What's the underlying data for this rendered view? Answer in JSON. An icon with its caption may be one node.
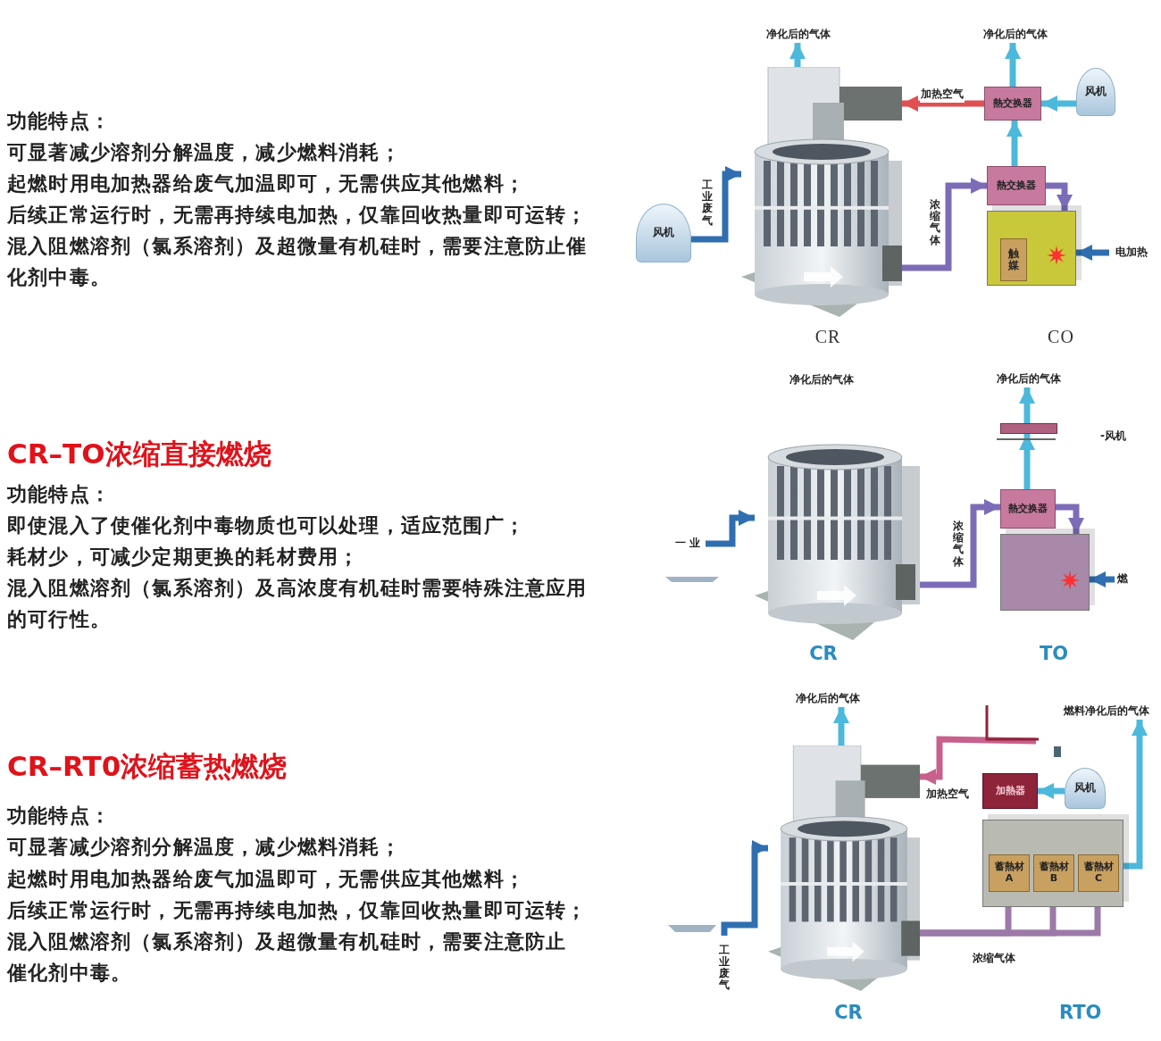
{
  "diagram": {
    "nodes": [
      {
        "text": [
          "净化后的气体"
        ]
      },
      {
        "text": [
          "净化后的气体"
        ]
      },
      {
        "text": [
          "熱交换器"
        ]
      },
      {
        "text": [
          "风机"
        ]
      },
      {
        "text": [],
        "shape": "cylinder",
        "beside": [
          "CR"
        ]
      },
      {
        "text": [
          "风机"
        ]
      },
      {
        "text": [
          "熱交换器"
        ]
      },
      {
        "text": [],
        "shape": "box",
        "beside": [
          "CO"
        ]
      },
      {
        "text": [
          "触媒"
        ],
        "in": 7
      },
      {
        "text": [
          "电加热"
        ]
      },
      {
        "text": [
          "净化后的气体"
        ]
      },
      {
        "text": [],
        "shape": "bar"
      },
      {
        "text": [],
        "shape": "cylinder",
        "beside": [
          "CR"
        ]
      },
      {
        "text": [
          "熱交换器"
        ]
      },
      {
        "text": [
          "一 业"
        ]
      },
      {
        "text": [],
        "shape": "box",
        "beside": [
          "TO"
        ]
      },
      {
        "text": [
          "燃"
        ]
      },
      {
        "text": [
          "净化后的气体"
        ]
      },
      {
        "text": [
          "燃料净化后的气体"
        ]
      },
      {
        "text": [
          "风机"
        ]
      },
      {
        "text": [
          "加熱器"
        ]
      },
      {
        "text": [],
        "shape": "cylinder",
        "beside": [
          "CR"
        ]
      },
      {
        "text": [],
        "shape": "box"
      },
      {
        "text": [
          "蓄熱材 A"
        ],
        "in": 22
      },
      {
        "text": [
          "蓄熱材 B"
        ],
        "in": 22
      },
      {
        "text": [
          "蓄熱材 C"
        ],
        "in": 22
      },
      {
        "text": [
          "工业废气"
        ]
      },
      {
        "text": [],
        "shape": "duct"
      }
    ],
    "edges": [
      {
        "from": 5,
        "to": 4,
        "arrow": "to",
        "label": "工业废气",
        "color": "#2f6fb0"
      },
      {
        "from": 4,
        "to": 0,
        "arrow": "to"
      },
      {
        "from": 2,
        "to": 1,
        "arrow": "to"
      },
      {
        "from": 3,
        "to": 2,
        "arrow": "to"
      },
      {
        "from": 2,
        "to": 4,
        "arrow": "to",
        "label": "加热空气",
        "color": "#e05050"
      },
      {
        "from": 4,
        "to": 6,
        "arrow": "to",
        "label": "浓缩气体",
        "color": "#7c6cb8"
      },
      {
        "from": 6,
        "to": 2,
        "arrow": "to"
      },
      {
        "from": 6,
        "to": 7,
        "arrow": "to",
        "color": "#7c6cb8"
      },
      {
        "from": 9,
        "to": 7,
        "arrow": "to",
        "color": "#2f6fb0"
      },
      {
        "from": 14,
        "to": 12,
        "arrow": "to",
        "color": "#2f6fb0"
      },
      {
        "from": 12,
        "to": 13,
        "arrow": "to",
        "label": "浓缩气体",
        "color": "#7c6cb8"
      },
      {
        "from": 13,
        "to": 11,
        "arrow": "to"
      },
      {
        "from": 11,
        "to": 10,
        "arrow": "to"
      },
      {
        "from": 13,
        "to": 15,
        "arrow": "to",
        "color": "#7c6cb8"
      },
      {
        "from": 16,
        "to": 15,
        "arrow": "to",
        "color": "#2f6fb0"
      },
      {
        "from": 26,
        "to": 21,
        "arrow": "to",
        "color": "#2f6fb0"
      },
      {
        "from": 21,
        "to": 17,
        "arrow": "to"
      },
      {
        "from": 19,
        "to": 20,
        "arrow": "to"
      },
      {
        "from": 27,
        "to": 21,
        "arrow": "to",
        "label": "加热空气",
        "color": "#c8608c"
      },
      {
        "from": 21,
        "to": 23,
        "arrow": "to",
        "label": "浓缩气体",
        "color": "#9c7aa8"
      },
      {
        "from": 21,
        "to": 24,
        "arrow": "to",
        "color": "#9c7aa8"
      },
      {
        "from": 21,
        "to": 25,
        "arrow": "to",
        "color": "#9c7aa8"
      },
      {
        "from": 22,
        "to": 18,
        "arrow": "to"
      }
    ],
    "labels": [
      "功能特点：",
      "可显著减少溶剂分解温度，减少燃料消耗；",
      "起燃时用电加热器给废气加温即可，无需供应其他燃料；",
      "后续正常运行时，无需再持续电加热，仅靠回收热量即可运转；",
      "混入阻燃溶剂（氯系溶剂）及超微量有机硅时，需要注意防止催化剂中毒。",
      "CR–TO浓缩直接燃烧",
      "功能特点：",
      "即使混入了使催化剂中毒物质也可以处理，适应范围广；",
      "耗材少，可减少定期更换的耗材费用；",
      "混入阻燃溶剂（氯系溶剂）及高浓度有机硅时需要特殊注意应用的可行性。",
      "净化后的气体",
      "-风机",
      "CR–RT0浓缩蓄热燃烧",
      "功能特点：",
      "可显著减少溶剂分解温度，减少燃料消耗；",
      "起燃时用电加热器给废气加温即可，无需供应其他燃料；",
      "后续正常运行时，无需再持续电加热，仅靠回收热量即可运转；",
      "混入阻燃溶剂（氯系溶剂）及超微量有机硅时，需要注意防止催化剂中毒。",
      "RTO"
    ]
  }
}
